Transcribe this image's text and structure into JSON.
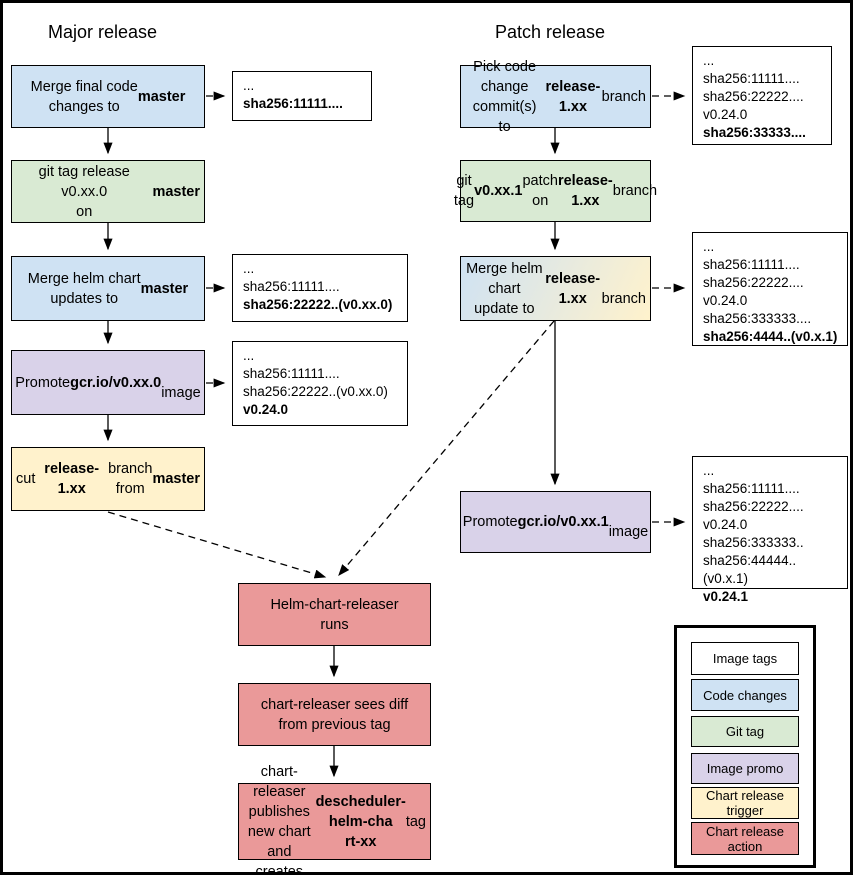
{
  "palette": {
    "tags": "#ffffff",
    "code": "#cfe2f3",
    "git": "#d9ead3",
    "promo": "#d9d2e9",
    "trigger": "#fff2cc",
    "action": "#ea9999",
    "line": "#000000"
  },
  "titles": {
    "major": "Major release",
    "patch": "Patch release"
  },
  "major": {
    "steps": [
      {
        "name": "merge-final-code",
        "segments": [
          {
            "t": "Merge final code\nchanges to "
          },
          {
            "t": "master",
            "b": true
          }
        ]
      },
      {
        "name": "git-tag-release",
        "segments": [
          {
            "t": "git tag release v0.xx.0\non "
          },
          {
            "t": "master",
            "b": true
          }
        ]
      },
      {
        "name": "merge-helm-updates",
        "segments": [
          {
            "t": "Merge helm chart\nupdates to "
          },
          {
            "t": "master",
            "b": true
          }
        ]
      },
      {
        "name": "promote-image",
        "segments": [
          {
            "t": "Promote "
          },
          {
            "t": "gcr.io/v0.xx.0",
            "b": true
          },
          {
            "t": "\nimage"
          }
        ]
      },
      {
        "name": "cut-release-branch",
        "segments": [
          {
            "t": "cut "
          },
          {
            "t": "release-1.xx",
            "b": true
          },
          {
            "t": " branch\nfrom "
          },
          {
            "t": "master",
            "b": true
          }
        ]
      }
    ],
    "annotations": [
      {
        "segments": [
          {
            "t": "...\n"
          },
          {
            "t": "sha256:11111....",
            "b": true
          }
        ]
      },
      {
        "segments": [
          {
            "t": "...\nsha256:11111....\n"
          },
          {
            "t": "sha256:22222..(v0.xx.0)",
            "b": true
          }
        ]
      },
      {
        "segments": [
          {
            "t": "...\nsha256:11111....\nsha256:22222..(v0.xx.0)\n"
          },
          {
            "t": "v0.24.0",
            "b": true
          }
        ]
      }
    ]
  },
  "patch": {
    "steps": [
      {
        "name": "pick-code-change",
        "segments": [
          {
            "t": "Pick code change\ncommit(s) to\n"
          },
          {
            "t": "release-1.xx",
            "b": true
          },
          {
            "t": " branch"
          }
        ]
      },
      {
        "name": "git-tag-patch",
        "segments": [
          {
            "t": "git tag "
          },
          {
            "t": "v0.xx.1",
            "b": true
          },
          {
            "t": " patch on\n"
          },
          {
            "t": "release-1.xx",
            "b": true
          },
          {
            "t": " branch"
          }
        ]
      },
      {
        "name": "merge-helm-update",
        "segments": [
          {
            "t": "Merge helm chart\nupdate to "
          },
          {
            "t": "release-1.xx",
            "b": true
          },
          {
            "t": "\nbranch"
          }
        ]
      },
      {
        "name": "promote-image-patch",
        "segments": [
          {
            "t": "Promote "
          },
          {
            "t": "gcr.io/v0.xx.1",
            "b": true
          },
          {
            "t": "\nimage"
          }
        ]
      }
    ],
    "annotations": [
      {
        "segments": [
          {
            "t": "...\nsha256:11111....\nsha256:22222....\nv0.24.0\n"
          },
          {
            "t": "sha256:33333....",
            "b": true
          }
        ]
      },
      {
        "segments": [
          {
            "t": "...\nsha256:11111....\nsha256:22222....\nv0.24.0\nsha256:333333....\n"
          },
          {
            "t": "sha256:4444..(v0.x.1)",
            "b": true
          }
        ]
      },
      {
        "segments": [
          {
            "t": "...\nsha256:11111....\nsha256:22222....\nv0.24.0\nsha256:333333..\nsha256:44444..(v0.x.1)\n"
          },
          {
            "t": "v0.24.1",
            "b": true
          }
        ]
      }
    ]
  },
  "pipeline": {
    "steps": [
      {
        "name": "helm-chart-releaser-runs",
        "segments": [
          {
            "t": "Helm-chart-releaser\nruns"
          }
        ]
      },
      {
        "name": "chart-releaser-sees-diff",
        "segments": [
          {
            "t": "chart-releaser sees diff\nfrom previous tag"
          }
        ]
      },
      {
        "name": "chart-releaser-publishes",
        "segments": [
          {
            "t": "chart-releaser publishes\nnew chart and creates\n"
          },
          {
            "t": "descheduler-helm-cha\nrt-xx",
            "b": true
          },
          {
            "t": " tag"
          }
        ]
      }
    ]
  },
  "legend": {
    "items": [
      {
        "label": "Image tags",
        "fill": "tags"
      },
      {
        "label": "Code changes",
        "fill": "code"
      },
      {
        "label": "Git tag",
        "fill": "git"
      },
      {
        "label": "Image promo",
        "fill": "promo"
      },
      {
        "label": "Chart release trigger",
        "fill": "trigger"
      },
      {
        "label": "Chart release action",
        "fill": "action"
      }
    ]
  }
}
